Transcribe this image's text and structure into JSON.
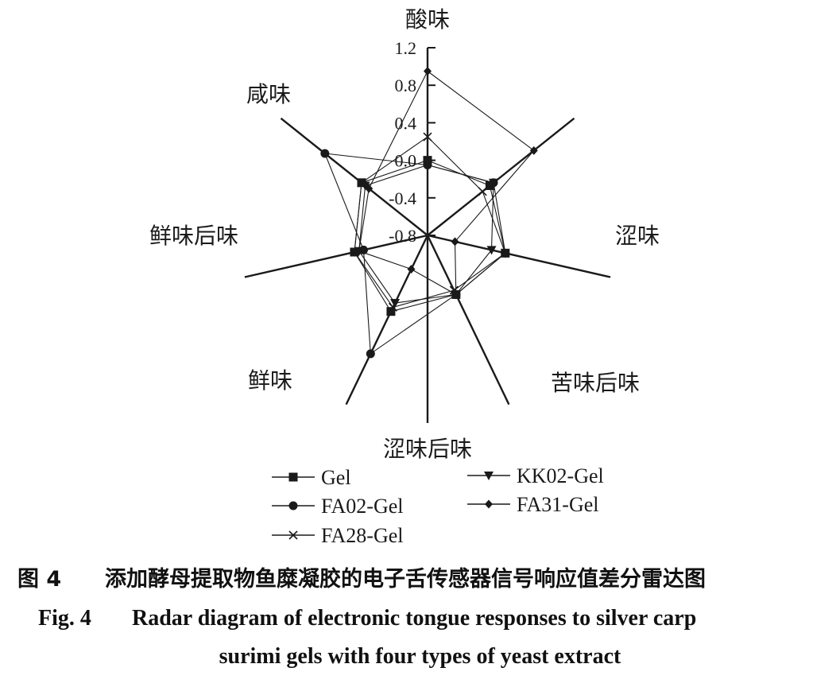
{
  "chart_data": {
    "type": "radar",
    "axes": [
      "酸味",
      "涩味",
      "苦味后味",
      "涩味后味",
      "鲜味",
      "鲜味后味",
      "咸味"
    ],
    "radial_ticks": [
      "1.2",
      "0.8",
      "0.4",
      "0.0",
      "-0.4",
      "-0.8"
    ],
    "rlim": [
      -0.8,
      1.2
    ],
    "grid": false,
    "legend_position": "bottom",
    "series": [
      {
        "name": "Gel",
        "marker": "square",
        "values": [
          0.0,
          0.05,
          0.05,
          -0.1,
          0.1,
          0.0,
          0.1
        ]
      },
      {
        "name": "FA02-Gel",
        "marker": "circle",
        "values": [
          -0.05,
          0.1,
          0.05,
          -0.1,
          0.6,
          -0.1,
          0.6
        ]
      },
      {
        "name": "FA28-Gel",
        "marker": "x",
        "values": [
          0.25,
          -0.05,
          0.05,
          -0.15,
          0.05,
          0.0,
          0.1
        ]
      },
      {
        "name": "KK02-Gel",
        "marker": "triangle-down",
        "values": [
          -0.05,
          0.1,
          -0.1,
          -0.1,
          0.0,
          -0.05,
          0.05
        ]
      },
      {
        "name": "FA31-Gel",
        "marker": "diamond",
        "values": [
          0.95,
          0.65,
          -0.5,
          -0.1,
          -0.4,
          -0.05,
          0.0
        ]
      }
    ]
  },
  "legend": {
    "items": [
      {
        "label": "Gel",
        "marker": "square"
      },
      {
        "label": "KK02-Gel",
        "marker": "triangle-down"
      },
      {
        "label": "FA02-Gel",
        "marker": "circle"
      },
      {
        "label": "FA31-Gel",
        "marker": "diamond"
      },
      {
        "label": "FA28-Gel",
        "marker": "x"
      }
    ]
  },
  "caption": {
    "cn_number": "图 4",
    "cn_text": "添加酵母提取物鱼糜凝胶的电子舌传感器信号响应值差分雷达图",
    "en_number": "Fig. 4",
    "en_line1": "Radar diagram of electronic tongue responses to silver carp",
    "en_line2": "surimi gels with four types of yeast extract"
  },
  "colors": {
    "ink": "#1a1a1a",
    "background": "#ffffff"
  }
}
